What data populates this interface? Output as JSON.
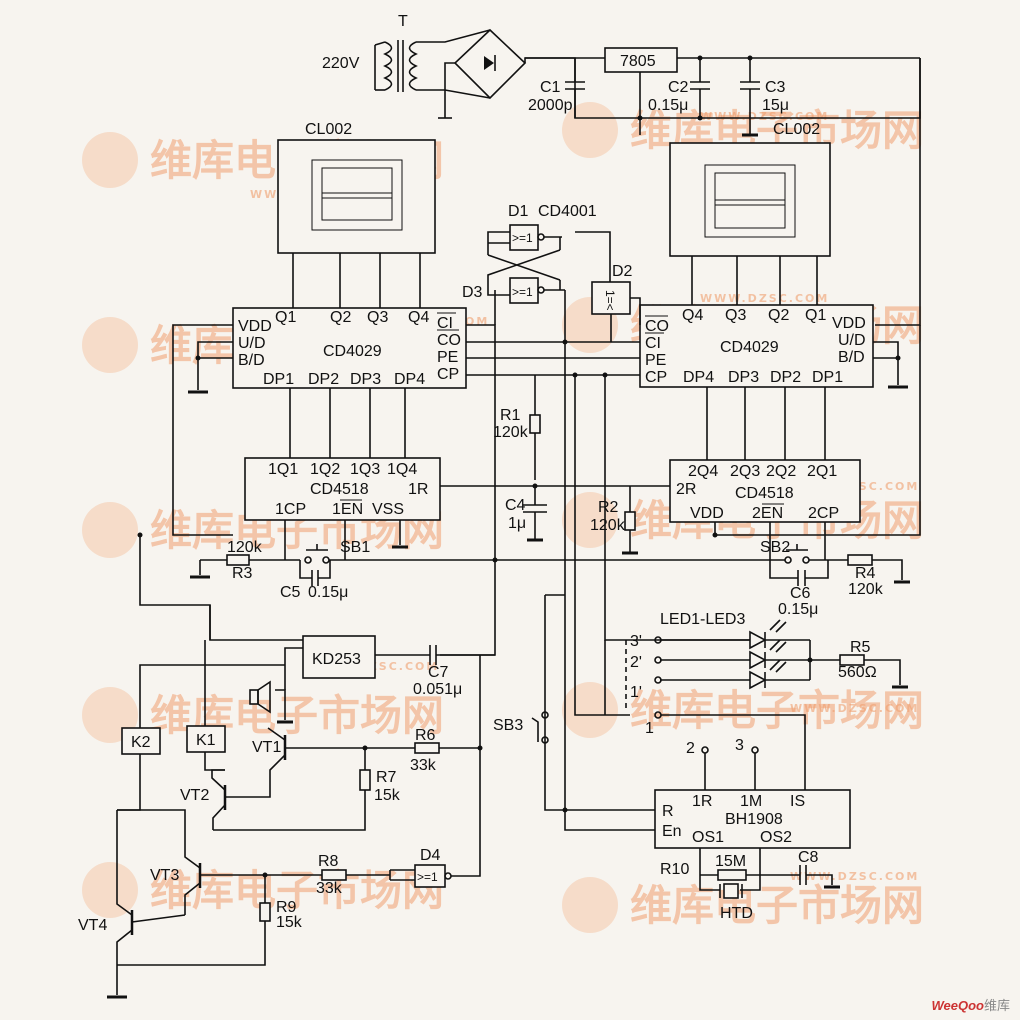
{
  "transformer": {
    "label": "T",
    "voltage": "220V"
  },
  "regulator": "7805",
  "caps": {
    "c1": "C1",
    "c1v": "2000p",
    "c2": "C2",
    "c2v": "0.15μ",
    "c3": "C3",
    "c3v": "15μ",
    "c4": "C4",
    "c4v": "1μ",
    "c5": "C5",
    "c5v": "0.15μ",
    "c6": "C6",
    "c6v": "0.15μ",
    "c7": "C7",
    "c7v": "0.051μ",
    "c8": "C8"
  },
  "displays": {
    "left": "CL002",
    "right": "CL002"
  },
  "gates": {
    "d1": "D1",
    "d1chip": "CD4001",
    "d2": "D2",
    "d3": "D3",
    "d4": "D4",
    "sym": ">=1",
    "d2sym": "1=<"
  },
  "cd4029_left": {
    "name": "CD4029",
    "top": [
      "Q1",
      "Q2",
      "Q3",
      "Q4"
    ],
    "left": [
      "VDD",
      "U/D",
      "B/D"
    ],
    "right": [
      "CI",
      "CO",
      "PE",
      "CP"
    ],
    "bottom": [
      "DP1",
      "DP2",
      "DP3",
      "DP4"
    ]
  },
  "cd4029_right": {
    "name": "CD4029",
    "top": [
      "Q4",
      "Q3",
      "Q2",
      "Q1"
    ],
    "left": [
      "CO",
      "CI",
      "PE",
      "CP"
    ],
    "right": [
      "VDD",
      "U/D",
      "B/D"
    ],
    "bottom": [
      "DP4",
      "DP3",
      "DP2",
      "DP1"
    ]
  },
  "cd4518_left": {
    "name": "CD4518",
    "top": [
      "1Q1",
      "1Q2",
      "1Q3",
      "1Q4"
    ],
    "r": "1R",
    "bottom": [
      "1CP",
      "1EN",
      "VSS"
    ]
  },
  "cd4518_right": {
    "name": "CD4518",
    "top": [
      "2Q4",
      "2Q3",
      "2Q2",
      "2Q1"
    ],
    "r": "2R",
    "bottom": [
      "VDD",
      "2EN",
      "2CP"
    ]
  },
  "resistors": {
    "r1": "R1",
    "r1v": "120k",
    "r2": "R2",
    "r2v": "120k",
    "r3": "R3",
    "r3v": "120k",
    "r4": "R4",
    "r4v": "120k",
    "r5": "R5",
    "r5v": "560Ω",
    "r6": "R6",
    "r6v": "33k",
    "r7": "R7",
    "r7v": "15k",
    "r8": "R8",
    "r8v": "33k",
    "r9": "R9",
    "r9v": "15k",
    "r10": "R10",
    "r10v": "15M"
  },
  "switches": {
    "sb1": "SB1",
    "sb2": "SB2",
    "sb3": "SB3"
  },
  "leds": {
    "label": "LED1-LED3",
    "p3": "3'",
    "p2": "2'",
    "p1": "1'",
    "n1": "1",
    "n2": "2",
    "n3": "3"
  },
  "kd253": "KD253",
  "relays": {
    "k1": "K1",
    "k2": "K2"
  },
  "transistors": {
    "vt1": "VT1",
    "vt2": "VT2",
    "vt3": "VT3",
    "vt4": "VT4"
  },
  "bh1908": {
    "name": "BH1908",
    "pins": [
      "1R",
      "1M",
      "IS",
      "R",
      "En",
      "OS1",
      "OS2"
    ]
  },
  "htd": "HTD",
  "watermark": {
    "brand": "维库电子市场网",
    "url": "WWW.DZSC.COM"
  },
  "footer": {
    "brand": "WeeQoo",
    "cn": "维库"
  }
}
